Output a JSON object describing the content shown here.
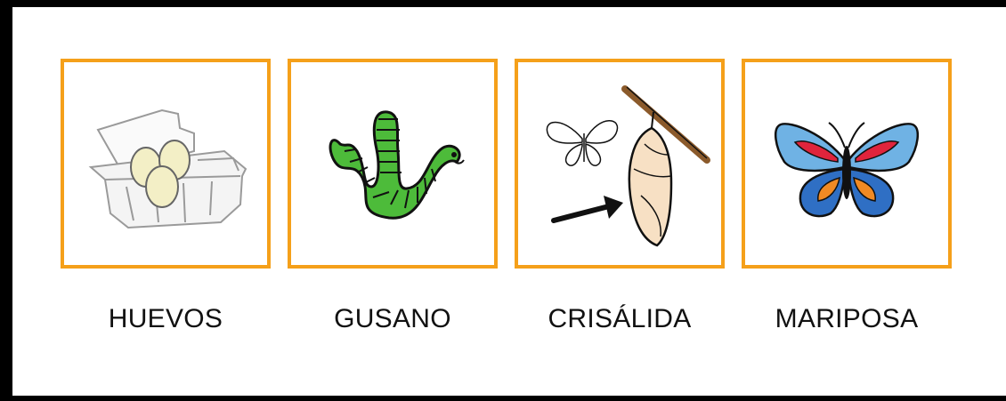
{
  "cards": [
    {
      "icon": "egg-carton-icon",
      "label": "HUEVOS"
    },
    {
      "icon": "worm-icon",
      "label": "GUSANO"
    },
    {
      "icon": "chrysalis-icon",
      "label": "CRISÁLIDA"
    },
    {
      "icon": "butterfly-icon",
      "label": "MARIPOSA"
    }
  ],
  "colors": {
    "border": "#F5A01A",
    "worm": "#4DBB3A",
    "twig": "#8B5A2B"
  }
}
